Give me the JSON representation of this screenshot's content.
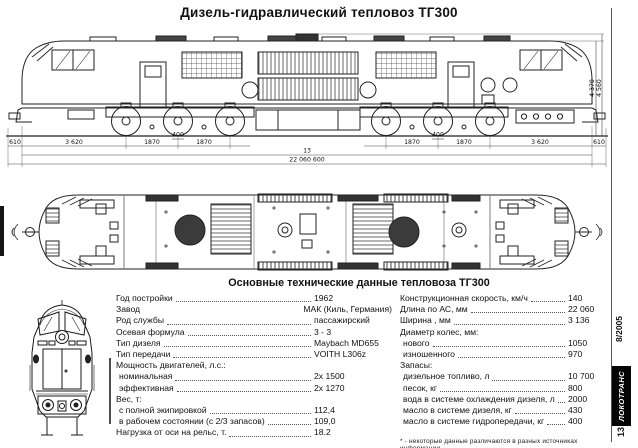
{
  "page": {
    "title": "Дизель-гидравлический тепловоз  ТГ300"
  },
  "drawing": {
    "dims": {
      "buffer_left": "610",
      "overhang_left": "3 620",
      "axle1": "1870",
      "mid_left": "400",
      "axle2": "1870",
      "axle3": "1870",
      "mid_right": "400",
      "axle4": "1870",
      "overhang_right": "3 620",
      "buffer_right": "610",
      "pivot": "13",
      "total": "22 060  600",
      "height_inner": "4 370",
      "height_outer": "4 560"
    }
  },
  "specs": {
    "heading": "Основные технические данные тепловоза ТГ300",
    "left": [
      {
        "label": "Год постройки",
        "value": "1962"
      },
      {
        "label": "Завод",
        "value": "МАК (Киль, Германия)"
      },
      {
        "label": "Род службы",
        "value": "пассажирский"
      },
      {
        "label": "Осевая формула",
        "value": "3 - 3"
      },
      {
        "label": "Тип дизеля",
        "value": "Maybach MD655"
      },
      {
        "label": "Тип передачи",
        "value": "VOITH L306z"
      },
      {
        "label": "Мощность двигателей, л.с.:",
        "value": ""
      },
      {
        "label": "номинальная",
        "value": "2x 1500"
      },
      {
        "label": "эффективная",
        "value": "2x 1270"
      },
      {
        "label": "Вес, т:",
        "value": ""
      },
      {
        "label": "с полной экипировкой",
        "value": "112,4"
      },
      {
        "label": "в рабочем состоянии (с 2/3 запасов)",
        "value": "109,0"
      },
      {
        "label": "Нагрузка от оси на рельс, т.",
        "value": "18.2"
      }
    ],
    "right": [
      {
        "label": "Конструкционная скорость, км/ч",
        "value": "140"
      },
      {
        "label": "Длина по АС, мм",
        "value": "22 060"
      },
      {
        "label": "Ширина , мм",
        "value": "3 136"
      },
      {
        "label": "Диаметр колес, мм:",
        "value": ""
      },
      {
        "label": "нового",
        "value": "1050"
      },
      {
        "label": "изношенного",
        "value": "970"
      },
      {
        "label": "Запасы:",
        "value": ""
      },
      {
        "label": "дизельное топливо, л",
        "value": "10 700"
      },
      {
        "label": "песок, кг",
        "value": "800"
      },
      {
        "label": "вода в системе охлаждения дизеля, л",
        "value": "2000"
      },
      {
        "label": "масло в системе дизеля, кг",
        "value": "430"
      },
      {
        "label": "масло в системе гидропередачи, кг",
        "value": "400"
      }
    ],
    "footnote": "* - некоторые данные различаются в разных источниках информации."
  },
  "sidebar": {
    "issue": "8/2005",
    "logo": "ЛОКОТРАНС",
    "page": "13"
  }
}
